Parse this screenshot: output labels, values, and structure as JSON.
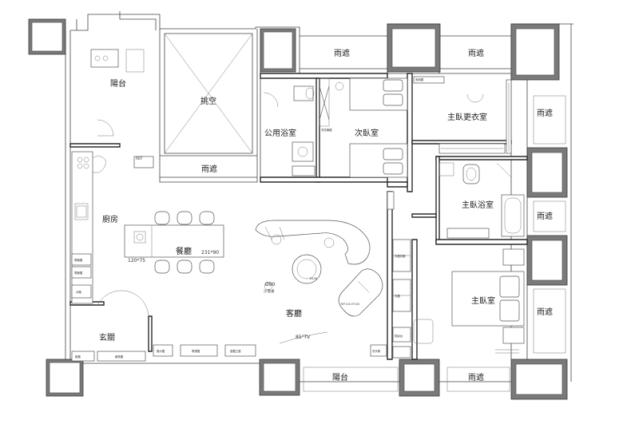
{
  "rooms": {
    "balcony_top": "陽台",
    "void": "挑空",
    "rain_top_left": "雨遮",
    "rain_top_mid": "雨遮",
    "rain_top_right": "雨遮",
    "public_bath": "公用浴室",
    "second_bedroom": "次臥室",
    "master_closet": "主臥更衣室",
    "master_bath": "主臥浴室",
    "master_bedroom": "主臥室",
    "rain_right_1": "雨遮",
    "rain_right_2": "雨遮",
    "rain_right_3": "雨遮",
    "kitchen": "廚房",
    "dining": "餐廳",
    "living": "客廳",
    "entrance": "玄關",
    "balcony_bottom": "陽台",
    "rain_bottom": "雨遮"
  },
  "labels": {
    "ref": "REF",
    "table_size": "231*90",
    "island_size": "120*75",
    "coffee_table": "Ø80",
    "coffee_table_sub": "沙發桌",
    "round_table": "Ø100",
    "sofa_info": "76*114.5*150",
    "tv": "85\"TV",
    "cab_1": "電器櫃",
    "cab_2": "電器櫃",
    "cab_3": "冰箱",
    "shoe_cab": "鞋櫃",
    "storage_cab": "雜物櫃",
    "display_cab": "展示櫃",
    "tv_cab": "電視櫃",
    "side_cab": "邊櫃立燈",
    "sink_cab": "洗手檯",
    "closet_label": "衣櫃衣櫃",
    "dresser": "梳妝台",
    "wardrobe_label": "衣櫃",
    "storage_label": "收納櫃",
    "shower_label": "洗衣機櫃"
  }
}
